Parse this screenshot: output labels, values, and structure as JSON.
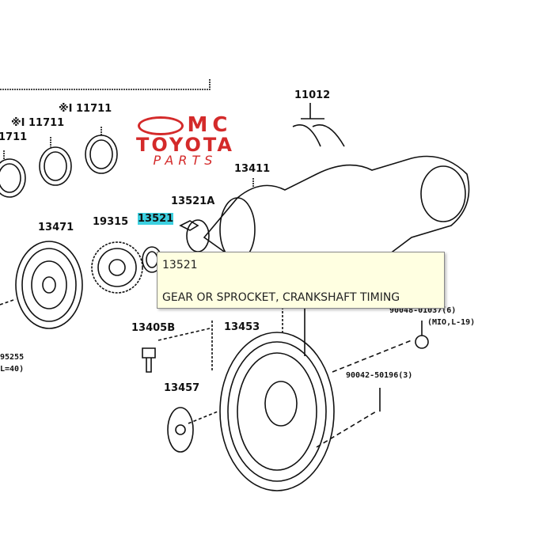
{
  "logo": {
    "line1": "MC",
    "line2": "TOYOTA",
    "line3": "PARTS"
  },
  "labels": {
    "p11012": "11012",
    "p11711a": "※I 11711",
    "p11711b": "※I 11711",
    "p11711c": "1711",
    "p13411": "13411",
    "p13521a": "13521A",
    "p13471": "13471",
    "p19315": "19315",
    "p13521": "13521",
    "p13405b": "13405B",
    "p13453": "13453",
    "p13457": "13457",
    "p90048": "90048-01037(6)",
    "p90048note": "(MIO,L-19)",
    "p90042": "90042-50196(3)",
    "p95255": "95255",
    "p95255note": "L=40)"
  },
  "tooltip": {
    "part_number": "13521",
    "description": "GEAR OR SPROCKET, CRANKSHAFT TIMING"
  },
  "colors": {
    "logo": "#d42a2a",
    "highlight": "#3cd0e0",
    "tooltip_bg": "#ffffe1"
  }
}
